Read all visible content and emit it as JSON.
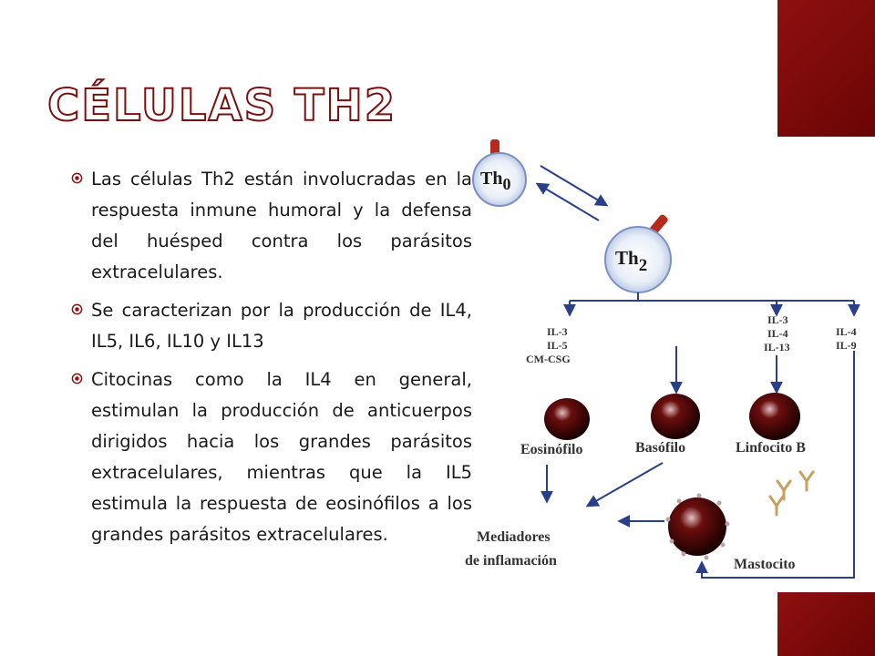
{
  "slide": {
    "title": "Células Th2",
    "bullets": [
      "Las células Th2 están involucradas en la respuesta inmune humoral y la defensa del huésped contra los parásitos extracelulares.",
      "Se caracterizan por la producción de IL4, IL5, IL6, IL10 y IL13",
      "Citocinas como la IL4 en general, estimulan la producción de anticuerpos dirigidos hacia los grandes parásitos extracelulares, mientras que la IL5 estimula la respuesta de eosinófilos a los grandes parásitos extracelulares."
    ]
  },
  "diagram": {
    "th0": {
      "main": "Th",
      "sub": "0"
    },
    "th2": {
      "main": "Th",
      "sub": "2"
    },
    "cytokines_eos": [
      "IL-3",
      "IL-5",
      "CM-CSG"
    ],
    "cytokines_lymph": [
      "IL-3",
      "IL-4",
      "IL-13"
    ],
    "cytokines_mast": [
      "IL-4",
      "IL-9"
    ],
    "cells": {
      "eosinophil": "Eosinófilo",
      "basophil": "Basófilo",
      "lymphocyte": "Linfocito B",
      "mast_cell": "Mastocito"
    },
    "mediators": [
      "Mediadores",
      "de inflamación"
    ]
  }
}
